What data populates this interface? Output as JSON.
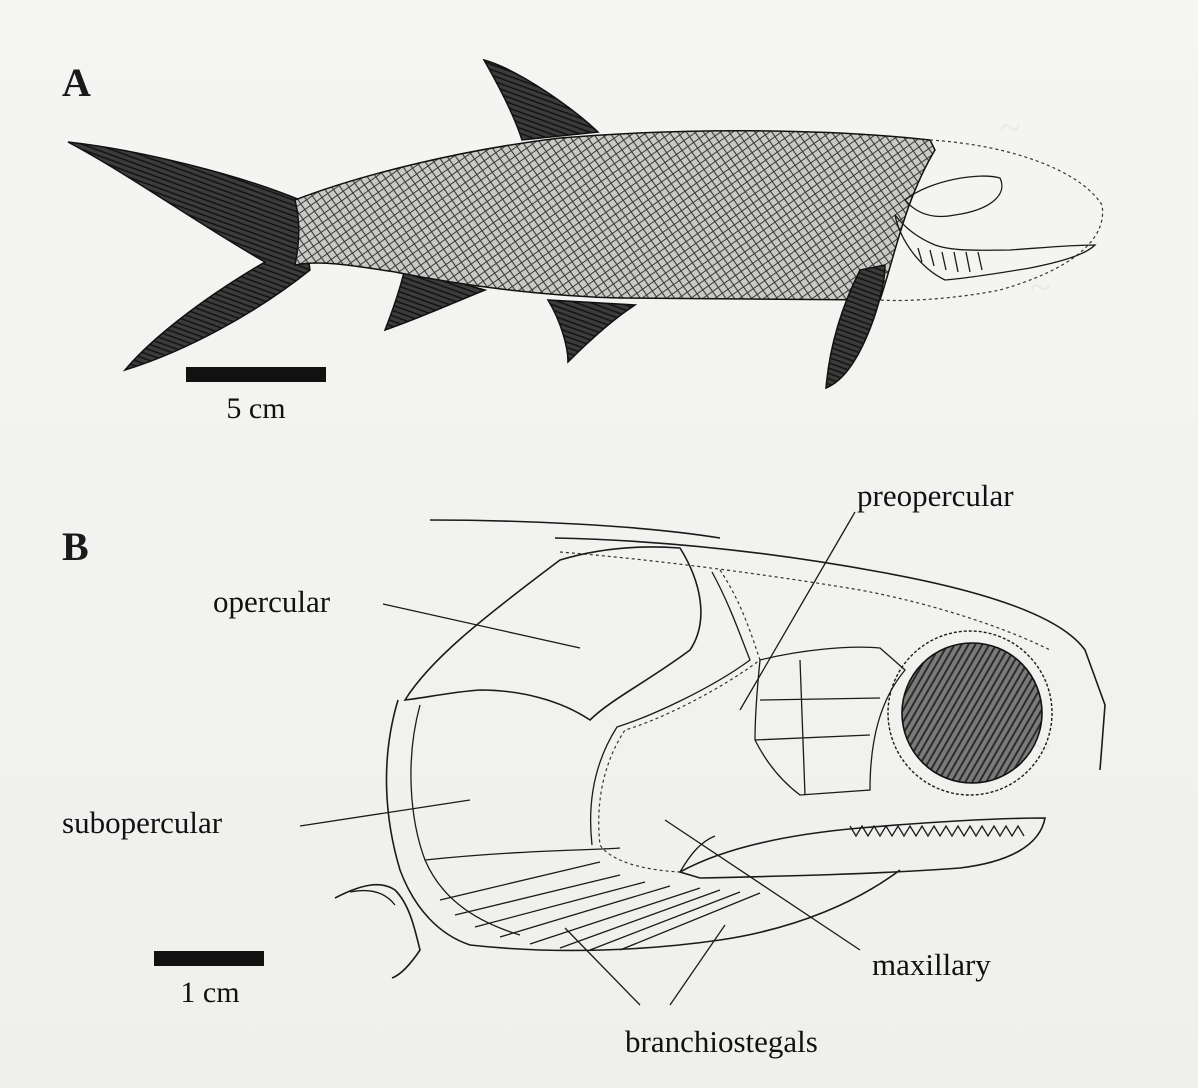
{
  "panels": {
    "a": {
      "letter": "A",
      "scale_label": "5 cm"
    },
    "b": {
      "letter": "B",
      "scale_label": "1 cm",
      "labels": {
        "preopercular": "preopercular",
        "opercular": "opercular",
        "subopercular": "subopercular",
        "maxillary": "maxillary",
        "branchiostegals": "branchiostegals"
      }
    }
  }
}
